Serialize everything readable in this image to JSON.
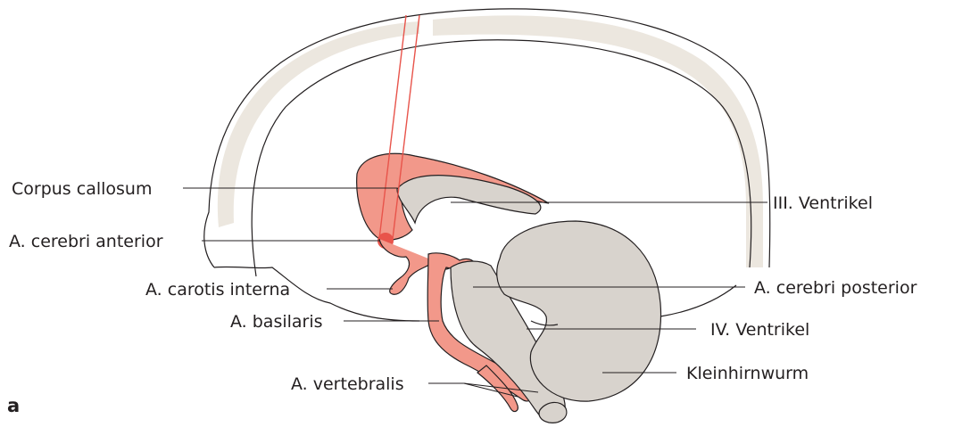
{
  "panel_letter": "a",
  "labels": {
    "corpus_callosum": "Corpus callosum",
    "cerebri_anterior": "A. cerebri anterior",
    "carotis_interna": "A. carotis interna",
    "basilaris": "A. basilaris",
    "vertebralis": "A. vertebralis",
    "iii_ventrikel": "III. Ventrikel",
    "cerebri_posterior": "A. cerebri posterior",
    "iv_ventrikel": "IV. Ventrikel",
    "kleinhirnwurm": "Kleinhirnwurm"
  },
  "colors": {
    "artery": "#f2988a",
    "needle": "#e8544b",
    "tissue": "#d8d3cd",
    "bone": "#ece7df",
    "line": "#231f20"
  }
}
